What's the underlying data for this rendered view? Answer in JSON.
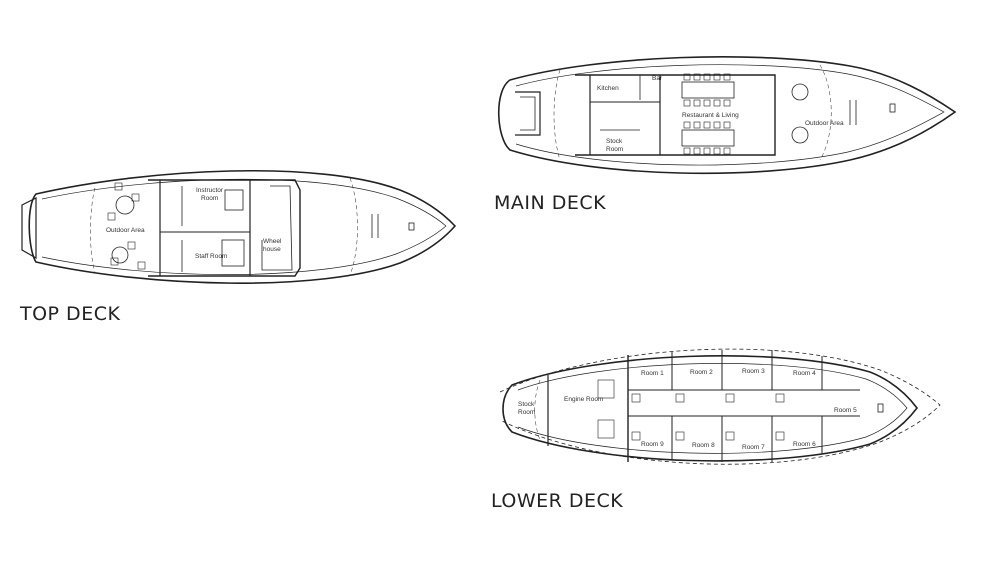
{
  "decks": {
    "top": {
      "title": "TOP DECK",
      "rooms": {
        "instructor": "Instructor",
        "instructor_sub": "Room",
        "outdoor": "Outdoor Area",
        "staff": "Staff Room",
        "wheel": "Wheel",
        "wheel_sub": "house"
      }
    },
    "main": {
      "title": "MAIN DECK",
      "rooms": {
        "kitchen": "Kitchen",
        "bar": "Bar",
        "restaurant": "Restaurant & Living",
        "stock": "Stock",
        "stock_sub": "Room",
        "outdoor": "Outdoor Area"
      }
    },
    "lower": {
      "title": "LOWER DECK",
      "rooms": {
        "stock": "Stock",
        "stock_sub": "Room",
        "engine": "Engine Room",
        "room1": "Room 1",
        "room2": "Room 2",
        "room3": "Room 3",
        "room4": "Room 4",
        "room5": "Room 5",
        "room6": "Room 6",
        "room7": "Room 7",
        "room8": "Room 8",
        "room9": "Room 9"
      }
    }
  }
}
